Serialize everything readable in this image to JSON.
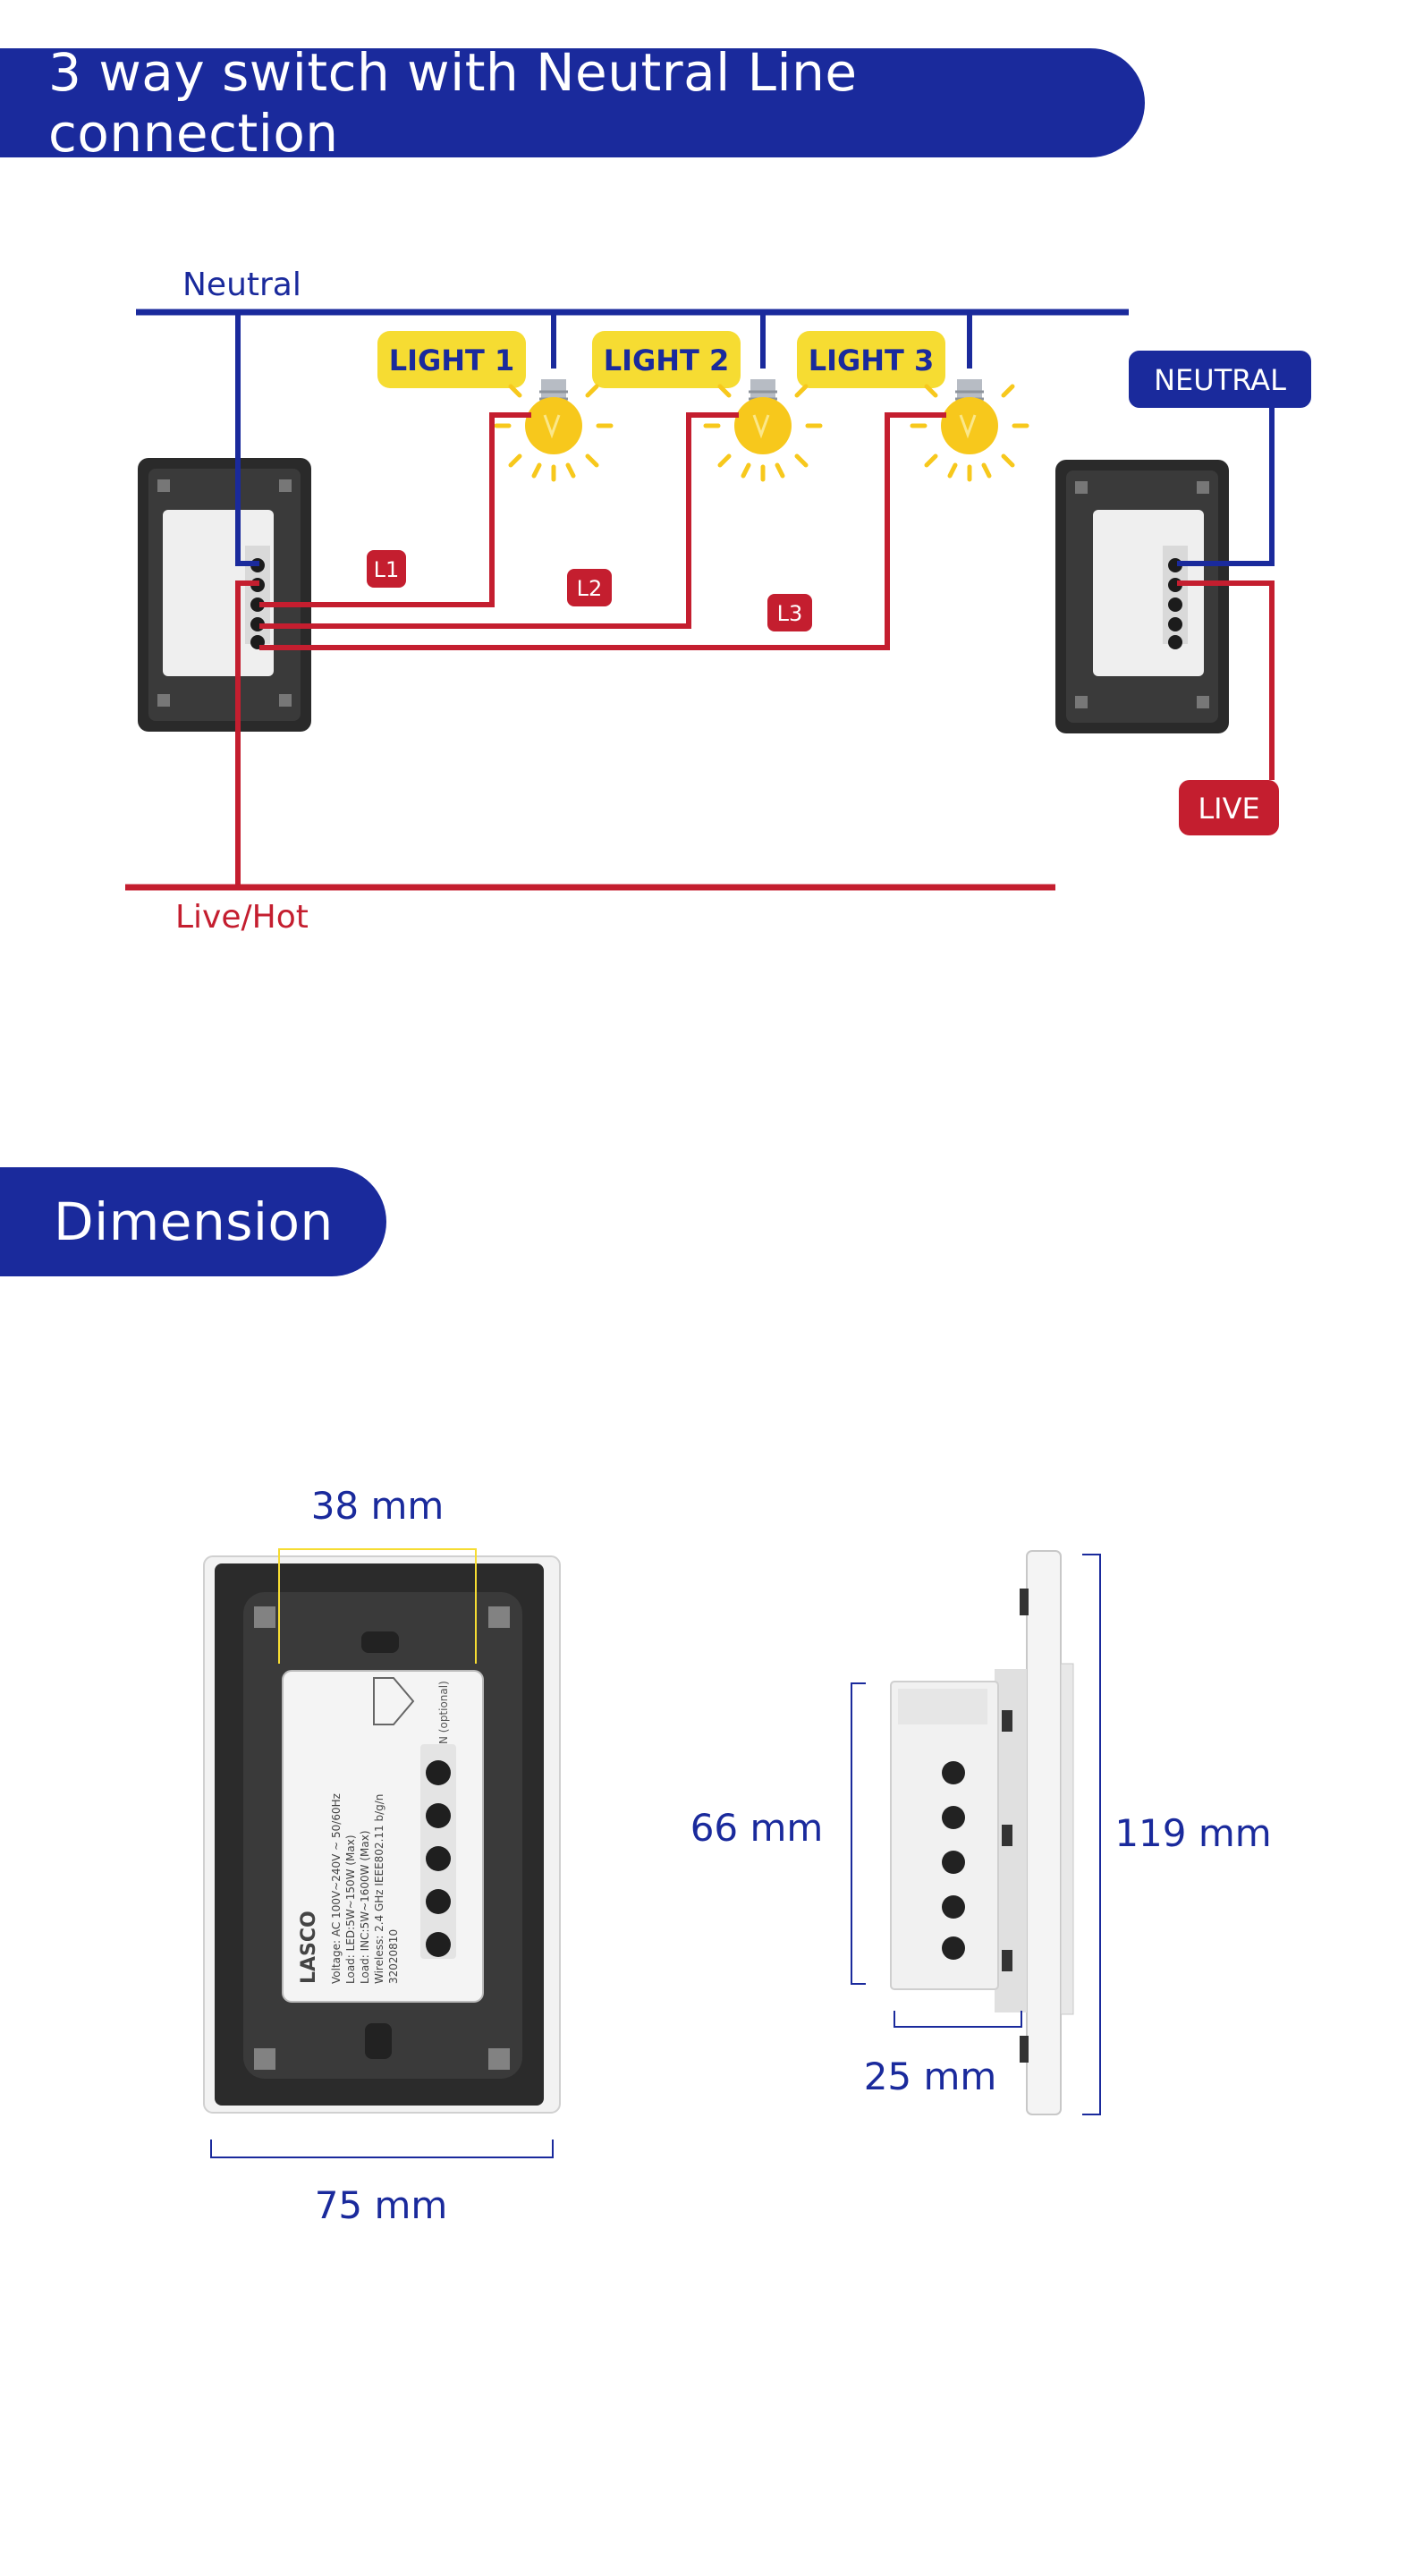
{
  "wiring_section": {
    "title": "3 way switch with Neutral Line connection",
    "neutral_label": "Neutral",
    "live_label": "Live/Hot",
    "neutral_tag": "NEUTRAL",
    "live_tag": "LIVE",
    "lights": [
      "LIGHT 1",
      "LIGHT 2",
      "LIGHT 3"
    ],
    "load_lines": [
      "L1",
      "L2",
      "L3"
    ]
  },
  "dimension_section": {
    "title": "Dimension",
    "module_width": "38 mm",
    "plate_width": "75 mm",
    "module_height": "66 mm",
    "plate_height": "119 mm",
    "depth": "25 mm"
  },
  "device_label": {
    "brand": "LASCO",
    "spec_lines": [
      "Voltage: AC 100V~240V ~ 50/60Hz",
      "Load: LED:5W~150W (Max)",
      "Load: INC:5W~1600W (Max)",
      "Wireless: 2.4 GHz   IEEE802.11 b/g/n",
      "32020810"
    ],
    "neutral_optional": "N (optional)"
  },
  "colors": {
    "blue": "#1a2a9c",
    "red": "#c41e2f",
    "yellow": "#f6dc32",
    "bulb": "#f7c81c"
  },
  "icons": [
    "lightbulb-icon",
    "house-icon",
    "recycle-bin-icon",
    "power-icon"
  ]
}
